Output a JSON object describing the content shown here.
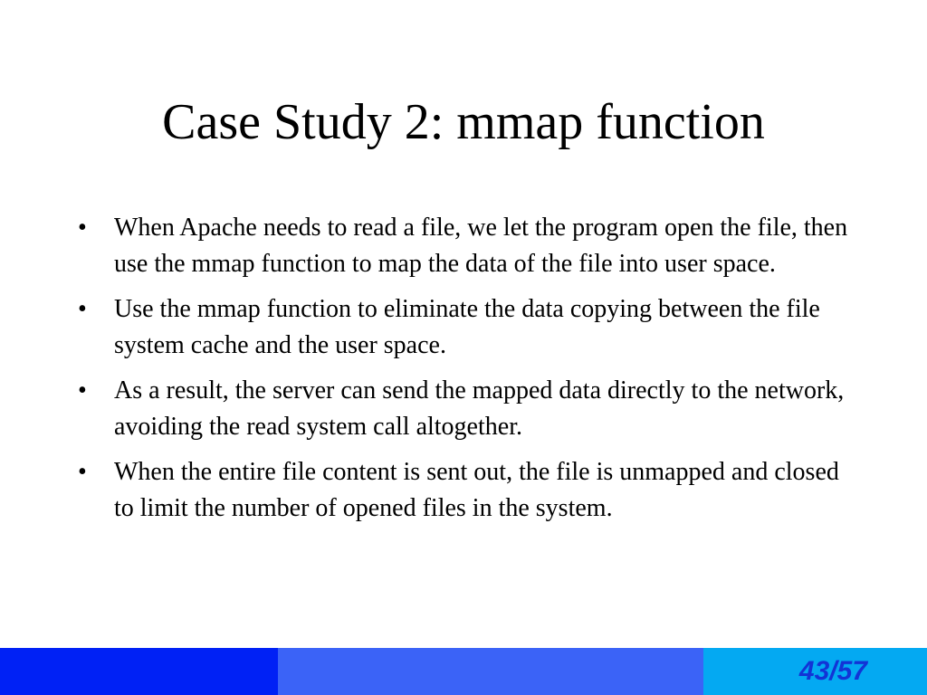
{
  "slide": {
    "title": "Case Study 2: mmap function",
    "bullet_mark": "•",
    "bullets": [
      "When Apache needs to read a file, we let the program open the file, then use the mmap function to map the data of the file into user space.",
      "Use the mmap function to eliminate the data copying between the file system cache and the user space.",
      "As a result, the server can send the mapped data directly to the network, avoiding the read system call altogether.",
      "When the entire file content is sent out, the file is unmapped and closed to limit the number of opened files in the system."
    ]
  },
  "footer": {
    "page_number": "43/57",
    "colors": {
      "segment_1": "#0021f5",
      "segment_2": "#3b63f7",
      "segment_3": "#04a9f2",
      "page_number_text": "#1234d6"
    }
  }
}
